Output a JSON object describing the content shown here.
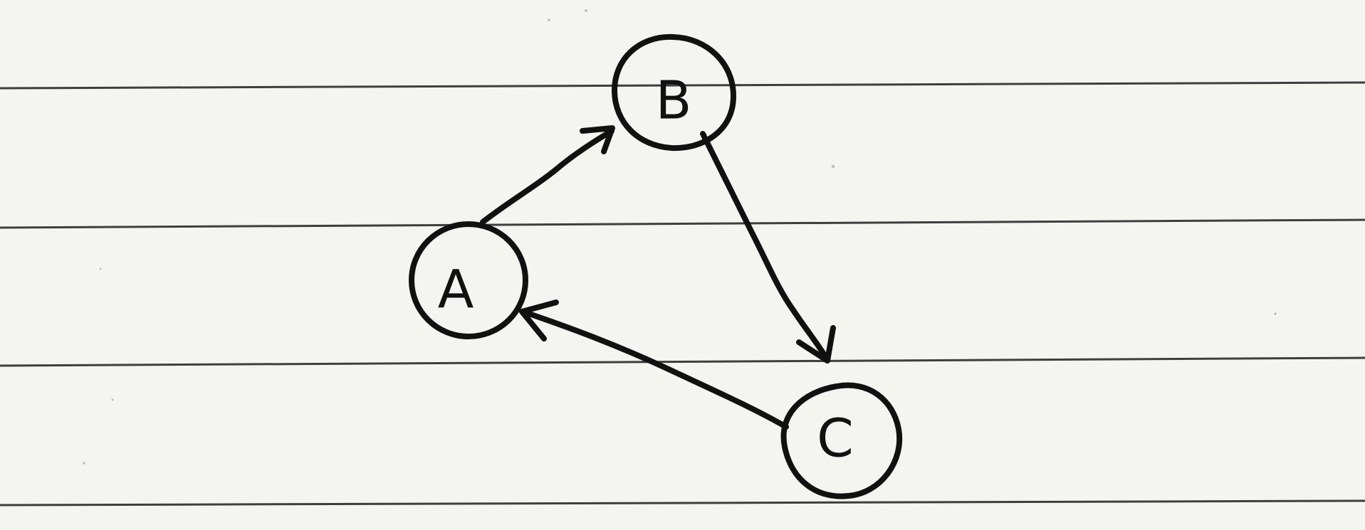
{
  "diagram": {
    "nodes": [
      {
        "id": "A",
        "label": "A"
      },
      {
        "id": "B",
        "label": "B"
      },
      {
        "id": "C",
        "label": "C"
      }
    ],
    "edges": [
      {
        "from": "A",
        "to": "B"
      },
      {
        "from": "B",
        "to": "C"
      },
      {
        "from": "C",
        "to": "A"
      }
    ]
  }
}
